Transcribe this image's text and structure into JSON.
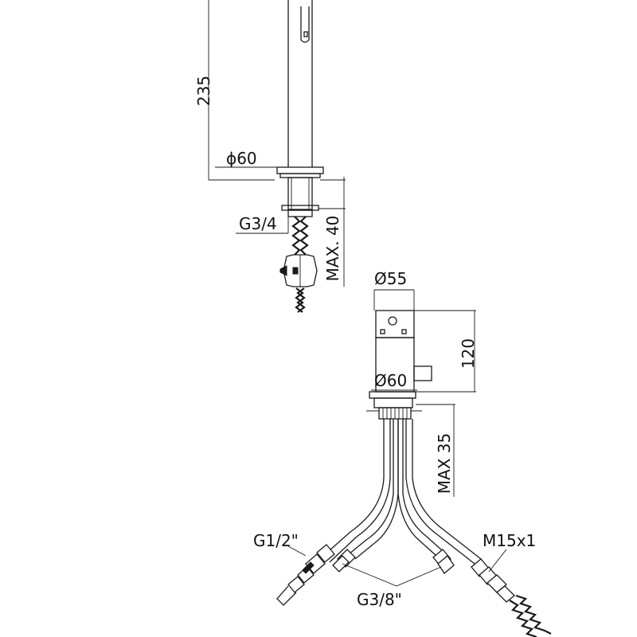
{
  "upper_unit": {
    "height_label": "235",
    "base_diameter_label": "ϕ60",
    "connection_thread_label": "G3/4",
    "max_depth_label": "MAX. 40"
  },
  "lower_unit": {
    "top_diameter_label": "Ø55",
    "height_label": "120",
    "base_diameter_label": "Ø60",
    "max_depth_label": "MAX 35",
    "left_hose_thread_label": "G1/2\"",
    "center_hose_thread_label": "G3/8\"",
    "right_hose_thread_label": "M15x1"
  },
  "colors": {
    "ink": "#1a1a1a",
    "background": "#ffffff"
  }
}
